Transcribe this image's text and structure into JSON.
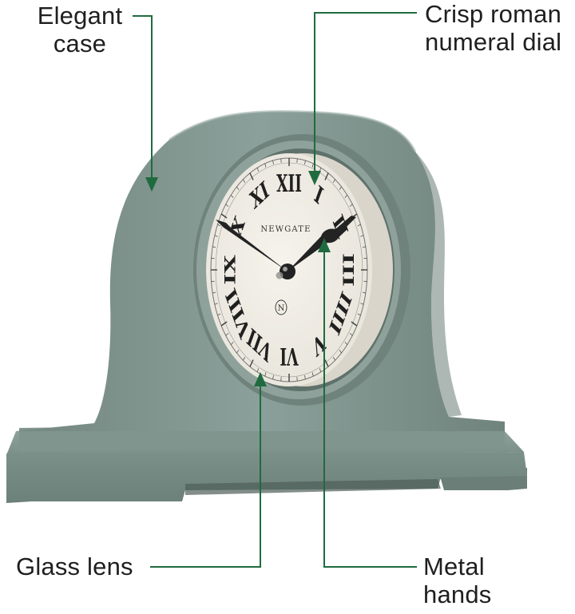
{
  "callouts": {
    "elegant_case": {
      "line1": "Elegant",
      "line2": "case"
    },
    "roman_dial": {
      "line1": "Crisp roman",
      "line2": "numeral dial"
    },
    "glass_lens": {
      "line1": "Glass lens"
    },
    "metal_hands": {
      "line1": "Metal",
      "line2": "hands"
    }
  },
  "dial": {
    "brand": "NEWGATE",
    "monogram": "N",
    "numerals": [
      "XII",
      "I",
      "II",
      "III",
      "IIII",
      "V",
      "VI",
      "VII",
      "VIII",
      "IX",
      "X",
      "XI"
    ]
  },
  "colors": {
    "case": "#7f938d",
    "dial": "#f2efe7",
    "leader": "#1f6b3f",
    "text": "#1f1f1f",
    "hands": "#1b1b1b"
  }
}
